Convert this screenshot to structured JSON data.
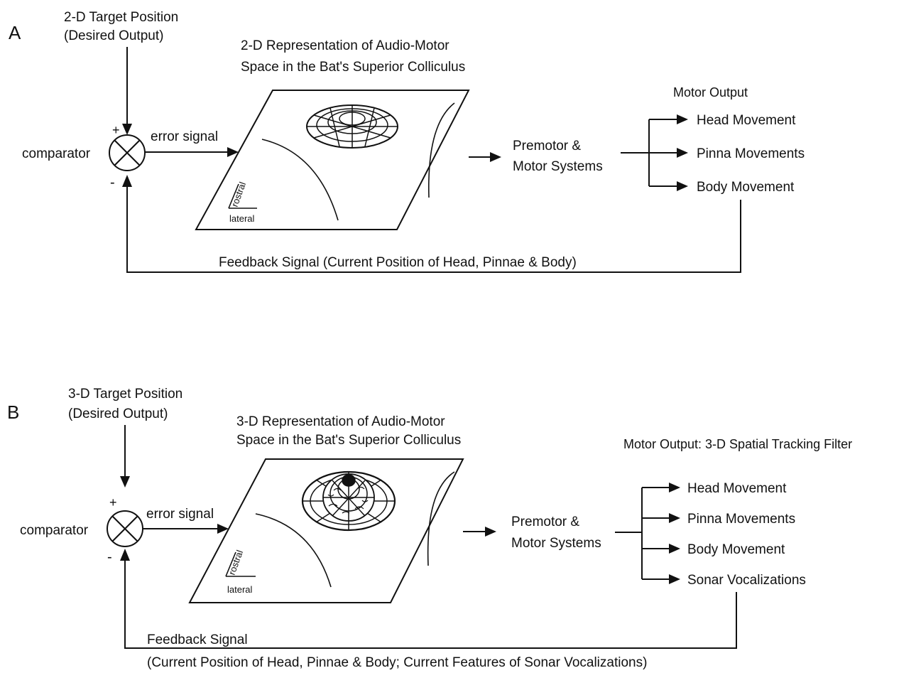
{
  "panel_a": {
    "letter": "A",
    "target_line1": "2-D Target Position",
    "target_line2": "(Desired Output)",
    "rep_line1": "2-D Representation of Audio-Motor",
    "rep_line2": "Space in the Bat's Superior Colliculus",
    "comparator": "comparator",
    "plus": "+",
    "minus": "-",
    "error_signal": "error signal",
    "rostral": "rostral",
    "lateral": "lateral",
    "premotor_line1": "Premotor &",
    "premotor_line2": "Motor Systems",
    "motor_output_title": "Motor Output",
    "outputs": [
      "Head Movement",
      "Pinna Movements",
      "Body Movement"
    ],
    "feedback": "Feedback Signal (Current Position of Head, Pinnae & Body)"
  },
  "panel_b": {
    "letter": "B",
    "target_line1": "3-D Target Position",
    "target_line2": "(Desired Output)",
    "rep_line1": "3-D Representation of Audio-Motor",
    "rep_line2": "Space in the Bat's Superior Colliculus",
    "comparator": "comparator",
    "plus": "+",
    "minus": "-",
    "error_signal": "error signal",
    "rostral": "rostral",
    "lateral": "lateral",
    "premotor_line1": "Premotor &",
    "premotor_line2": "Motor Systems",
    "motor_output_title": "Motor Output:  3-D Spatial Tracking Filter",
    "outputs": [
      "Head Movement",
      "Pinna Movements",
      "Body Movement",
      "Sonar Vocalizations"
    ],
    "feedback_line1": "Feedback Signal",
    "feedback_line2": "(Current Position of Head, Pinnae & Body; Current Features of Sonar Vocalizations)"
  }
}
